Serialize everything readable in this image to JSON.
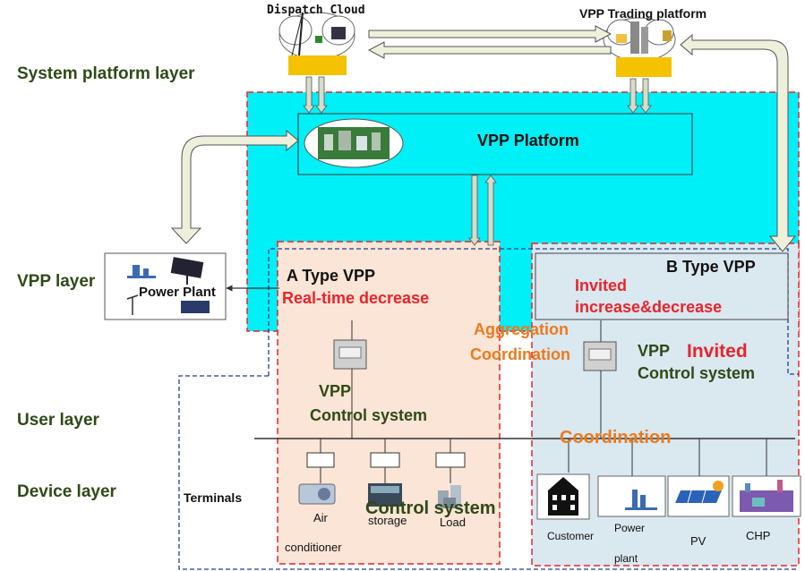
{
  "layers": {
    "system_platform": "System platform layer",
    "vpp": "VPP layer",
    "user": "User layer",
    "device": "Device layer"
  },
  "top": {
    "dispatch_cloud": "Dispatch Cloud",
    "trading_platform": "VPP Trading platform"
  },
  "platform": {
    "title": "VPP Platform"
  },
  "power_plant": "Power Plant",
  "a_vpp": {
    "type": "A  Type VPP",
    "mode": "Real-time decrease",
    "control_1": "VPP",
    "control_2": "Control system"
  },
  "b_vpp": {
    "type": "B  Type VPP",
    "mode_1": "Invited",
    "mode_2": "increase&decrease",
    "control_1": "VPP",
    "invited": "Invited",
    "control_2": "Control system"
  },
  "middle": {
    "aggregation": "Aggregation",
    "coordination": "Coordination",
    "coordination_b": "Coordination",
    "control_system": "Control system"
  },
  "terminals": "Terminals",
  "devices_a": {
    "air_1": "Air",
    "air_2": "conditioner",
    "storage": "storage",
    "load": "Load"
  },
  "devices_b": {
    "customer": "Customer",
    "power_1": "Power",
    "power_2": "plant",
    "pv": "PV",
    "chp": "CHP"
  },
  "colors": {
    "platform_bg": "#00f0f8",
    "a_bg": "#fbe5d6",
    "b_bg": "#dae8f0",
    "red": "#e8242c",
    "orange": "#ec7a1c",
    "green": "#2f4a17",
    "arrow_fill": "#eef0dc"
  },
  "icons": [
    "cloud-icon",
    "controller-icon",
    "building-icon",
    "solar-panel-icon",
    "chp-plant-icon",
    "air-conditioner-icon",
    "storage-icon",
    "load-icon"
  ]
}
